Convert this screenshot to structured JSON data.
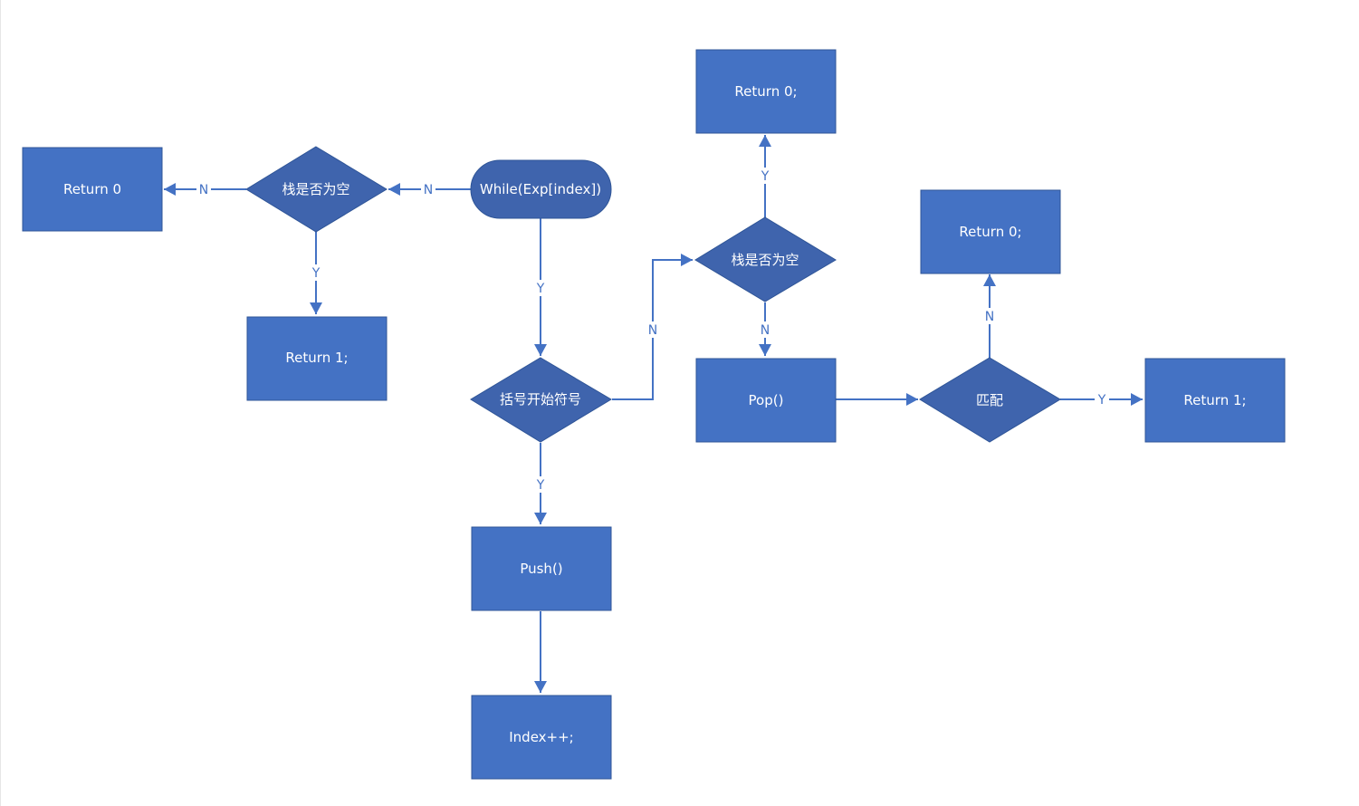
{
  "colors": {
    "process_fill": "#4472c4",
    "process_stroke": "#2f5597",
    "decision_fill": "#3f64ad",
    "connector": "#4472c4",
    "label_bg": "#ffffff"
  },
  "nodes": {
    "while_loop": "While(Exp[index])",
    "stack_empty_left": "栈是否为空",
    "return_0_left": "Return 0",
    "return_1_left": "Return 1;",
    "bracket_open": "括号开始符号",
    "push": "Push()",
    "index_inc": "Index++;",
    "stack_empty_mid": "栈是否为空",
    "return_0_top": "Return 0;",
    "pop": "Pop()",
    "match": "匹配",
    "return_0_right": "Return 0;",
    "return_1_right": "Return 1;"
  },
  "edge_labels": {
    "while_to_stack": "N",
    "stack_to_return0": "N",
    "stack_to_return1": "Y",
    "while_to_bracket": "Y",
    "bracket_to_push": "Y",
    "bracket_to_stack_mid": "N",
    "stack_mid_to_return0": "Y",
    "stack_mid_to_pop": "N",
    "match_to_return0": "N",
    "match_to_return1": "Y"
  }
}
